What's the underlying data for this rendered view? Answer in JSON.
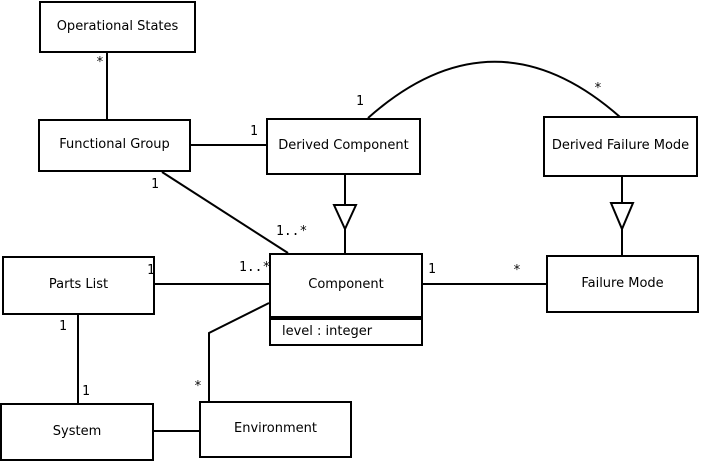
{
  "diagram": {
    "type": "uml-class-diagram",
    "colors": {
      "line": "#000000",
      "background": "#ffffff",
      "box_fill": "#ffffff"
    },
    "classes": {
      "operational_states": {
        "label": "Operational States"
      },
      "functional_group": {
        "label": "Functional Group"
      },
      "derived_component": {
        "label": "Derived Component"
      },
      "derived_failure_mode": {
        "label": "Derived Failure Mode"
      },
      "parts_list": {
        "label": "Parts List"
      },
      "component": {
        "label": "Component",
        "attribute": "level : integer"
      },
      "failure_mode": {
        "label": "Failure Mode"
      },
      "system": {
        "label": "System"
      },
      "environment": {
        "label": "Environment"
      }
    },
    "relationships": [
      {
        "from": "Operational States",
        "to": "Functional Group",
        "kind": "association"
      },
      {
        "from": "Functional Group",
        "to": "Derived Component",
        "kind": "association"
      },
      {
        "from": "Functional Group",
        "to": "Component",
        "kind": "association"
      },
      {
        "from": "Derived Component",
        "to": "Component",
        "kind": "generalization"
      },
      {
        "from": "Derived Component",
        "to": "Derived Failure Mode",
        "kind": "association"
      },
      {
        "from": "Derived Failure Mode",
        "to": "Failure Mode",
        "kind": "generalization"
      },
      {
        "from": "Parts List",
        "to": "Component",
        "kind": "association"
      },
      {
        "from": "Component",
        "to": "Failure Mode",
        "kind": "association"
      },
      {
        "from": "Parts List",
        "to": "System",
        "kind": "association"
      },
      {
        "from": "System",
        "to": "Environment",
        "kind": "association"
      },
      {
        "from": "Environment",
        "to": "Component",
        "kind": "association"
      }
    ],
    "multiplicities": {
      "os_fg_star": "*",
      "fg_dc_one": "1",
      "fg_comp_one": "1",
      "fg_comp_many": "1..*",
      "dc_arc_one": "1",
      "dfm_arc_star": "*",
      "pl_comp_one": "1",
      "pl_comp_many": "1..*",
      "comp_fm_one": "1",
      "comp_fm_star": "*",
      "pl_sys_top_one": "1",
      "pl_sys_bottom_one": "1",
      "env_comp_star": "*"
    }
  }
}
